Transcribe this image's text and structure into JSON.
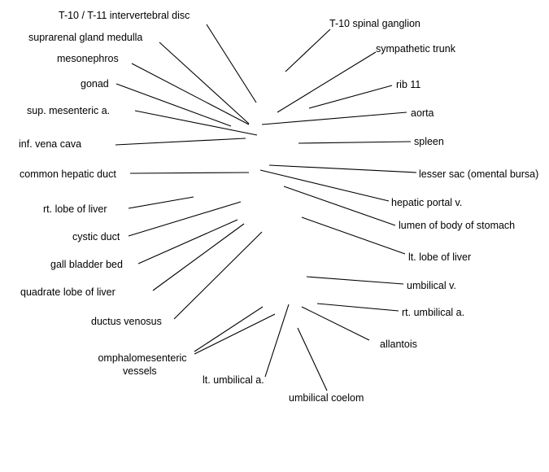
{
  "labels": {
    "t10_t11_disc": "T-10 / T-11 intervertebral disc",
    "suprarenal_medulla": "suprarenal gland medulla",
    "mesonephros": "mesonephros",
    "gonad": "gonad",
    "sup_mesenteric": "sup. mesenteric a.",
    "inf_vena_cava": "inf. vena cava",
    "common_hepatic_duct": "common hepatic duct",
    "rt_lobe_liver": "rt. lobe of liver",
    "cystic_duct": "cystic duct",
    "gall_bladder_bed": "gall bladder bed",
    "quadrate_lobe": "quadrate lobe of liver",
    "ductus_venosus": "ductus venosus",
    "omphalomesenteric_line1": "omphalomesenteric",
    "omphalomesenteric_line2": "vessels",
    "lt_umbilical_a": "lt. umbilical a.",
    "umbilical_coelom": "umbilical coelom",
    "t10_spinal_ganglion": "T-10 spinal ganglion",
    "sympathetic_trunk": "sympathetic trunk",
    "rib_11": "rib 11",
    "aorta": "aorta",
    "spleen": "spleen",
    "lesser_sac": "lesser sac (omental bursa)",
    "hepatic_portal_v": "hepatic portal v.",
    "lumen_stomach": "lumen of body of stomach",
    "lt_lobe_liver": "lt. lobe of liver",
    "umbilical_v": "umbilical v.",
    "rt_umbilical_a": "rt. umbilical a.",
    "allantois": "allantois"
  },
  "style": {
    "line_color": "#000000",
    "text_color": "#000000",
    "background": "#ffffff"
  }
}
